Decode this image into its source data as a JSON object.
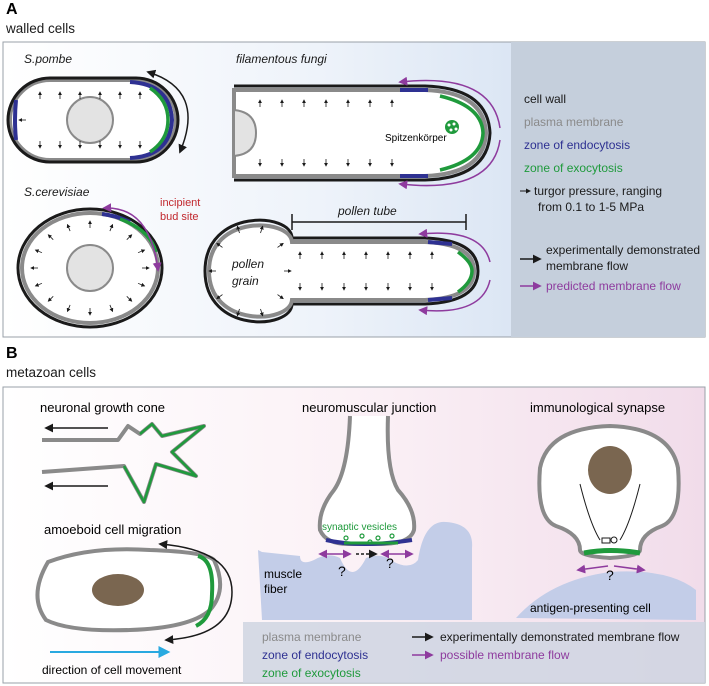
{
  "panel_a": {
    "letter": "A",
    "subtitle": "walled cells",
    "cells": {
      "spombe": "S.pombe",
      "fungi": "filamentous fungi",
      "spitzenkorper": "Spitzenkörper",
      "scerevisiae": "S.cerevisiae",
      "bud_line1": "incipient",
      "bud_line2": "bud site",
      "pollen_tube": "pollen tube",
      "pollen_line1": "pollen",
      "pollen_line2": "grain"
    },
    "legend": {
      "cell_wall": "cell wall",
      "plasma_membrane": "plasma membrane",
      "endocytosis": "zone of endocytosis",
      "exocytosis": "zone of exocytosis",
      "turgor_line1": "turgor pressure, ranging",
      "turgor_line2": "from 0.1 to 1-5 MPa",
      "experimental_line1": "experimentally demonstrated",
      "experimental_line2": "membrane flow",
      "predicted": "predicted membrane flow"
    }
  },
  "panel_b": {
    "letter": "B",
    "subtitle": "metazoan cells",
    "cells": {
      "growth_cone": "neuronal growth cone",
      "nmj": "neuromuscular junction",
      "synapse": "immunological synapse",
      "amoeboid": "amoeboid cell migration",
      "synaptic_vesicles": "synaptic vesicles",
      "muscle_line1": "muscle",
      "muscle_line2": "fiber",
      "apc": "antigen-presenting cell",
      "direction": "direction of cell movement",
      "question": "?"
    },
    "legend": {
      "plasma_membrane": "plasma membrane",
      "endocytosis": "zone of endocytosis",
      "exocytosis": "zone of exocytosis",
      "experimental": "experimentally demonstrated membrane flow",
      "possible": "possible membrane flow"
    }
  },
  "colors": {
    "cell_wall": "#1a1a1a",
    "plasma_membrane": "#8a8a8a",
    "endocytosis": "#2e3192",
    "exocytosis": "#1f9a3c",
    "predicted_flow": "#8e3b9e",
    "movement_arrow": "#29a9e0",
    "legend_gray": "#909090",
    "nucleus": "#7a6650",
    "muscle": "#c3cde8"
  },
  "icons": [
    "turgor-arrow-icon",
    "experimental-flow-arrow-icon",
    "predicted-flow-arrow-icon",
    "movement-arrow-icon"
  ]
}
